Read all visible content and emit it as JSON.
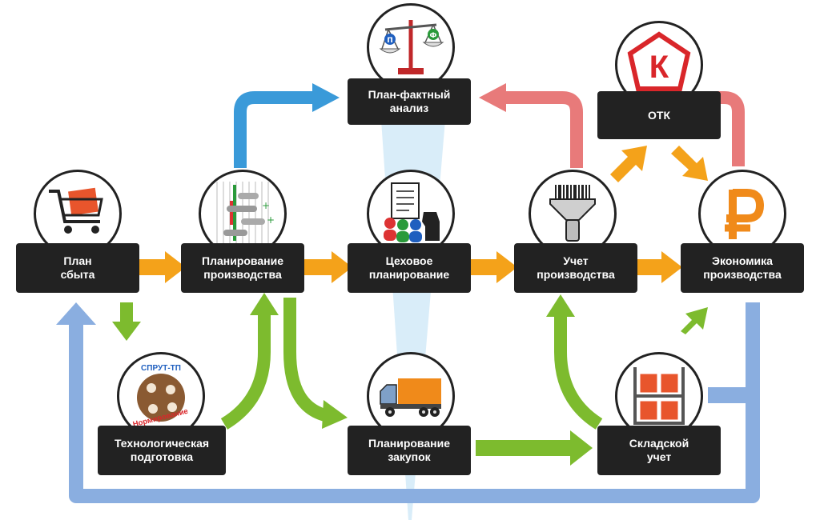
{
  "colors": {
    "orange": "#f4a21a",
    "green": "#7dbb2e",
    "blue": "#3a9ad9",
    "pink": "#e87a7a",
    "lightblue": "#8aaee0",
    "box": "#222222"
  },
  "nodes": {
    "plan_sales": {
      "line1": "План",
      "line2": "сбыта",
      "icon": "shopping-cart-icon"
    },
    "production_planning": {
      "line1": "Планирование",
      "line2": "производства",
      "icon": "gantt-schedule-icon"
    },
    "shop_planning": {
      "line1": "Цеховое",
      "line2": "планирование",
      "icon": "workers-document-icon"
    },
    "production_accounting": {
      "line1": "Учет",
      "line2": "производства",
      "icon": "barcode-scanner-icon"
    },
    "production_economics": {
      "line1": "Экономика",
      "line2": "производства",
      "icon": "ruble-icon"
    },
    "plan_fact": {
      "line1": "План-фактный",
      "line2": "анализ",
      "icon": "scales-icon",
      "scale_left": "П",
      "scale_right": "Ф"
    },
    "qc": {
      "line1": "ОТК",
      "line2": "",
      "icon": "quality-k-icon",
      "badge_letter": "К"
    },
    "tech_prep": {
      "line1": "Технологическая",
      "line2": "подготовка",
      "icon": "sprut-tp-logo-icon",
      "logo_top": "СПРУТ-ТП",
      "logo_bottom": "Нормирование"
    },
    "purchase_planning": {
      "line1": "Планирование",
      "line2": "закупок",
      "icon": "truck-icon"
    },
    "warehouse": {
      "line1": "Складской",
      "line2": "учет",
      "icon": "warehouse-shelves-icon"
    }
  }
}
